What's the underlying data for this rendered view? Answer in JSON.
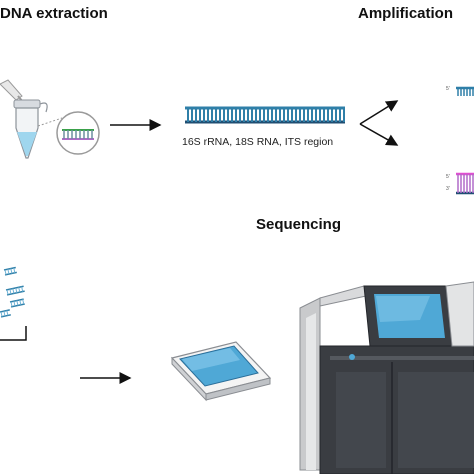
{
  "labels": {
    "dna_extraction": "DNA extraction",
    "amplification": "Amplification",
    "sequencing": "Sequencing",
    "target_regions": "16S rRNA, 18S RNA,  ITS region"
  },
  "colors": {
    "dna_blue": "#2f7fa8",
    "dna_dark": "#1f4e72",
    "primer_magenta": "#e14fd1",
    "primer_purple": "#b06ac8",
    "primer_green": "#3aa14a",
    "liquid_blue": "#9fd6ee",
    "screen_blue": "#4fa8d6",
    "machine_dark": "#3a3d42",
    "machine_light": "#d9dadc",
    "arrow": "#111111"
  },
  "icons": [
    "pipette-icon",
    "microtube-icon",
    "magnifier-dna-icon",
    "dna-strand-icon",
    "branch-arrow-icon",
    "primer-strand-icon",
    "dna-fragments-icon",
    "tablet-device-icon",
    "sequencer-machine-icon"
  ]
}
